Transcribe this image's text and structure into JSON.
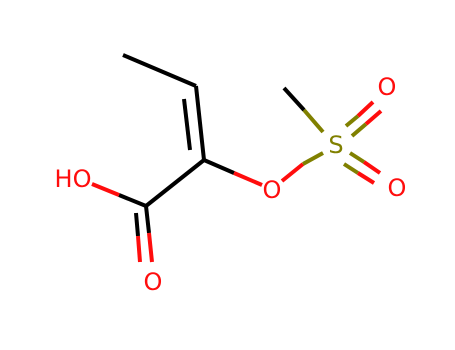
{
  "molecule": {
    "atoms": [
      {
        "id": "HO",
        "text": "HO",
        "color": "#ff0d0d"
      },
      {
        "id": "O_carbonyl",
        "text": "O",
        "color": "#ff0d0d"
      },
      {
        "id": "O_ester",
        "text": "O",
        "color": "#ff0d0d"
      },
      {
        "id": "S",
        "text": "S",
        "color": "#808000"
      },
      {
        "id": "O_s_top",
        "text": "O",
        "color": "#ff0d0d"
      },
      {
        "id": "O_s_bottom",
        "text": "O",
        "color": "#ff0d0d"
      }
    ],
    "bond_color": "#000000"
  }
}
